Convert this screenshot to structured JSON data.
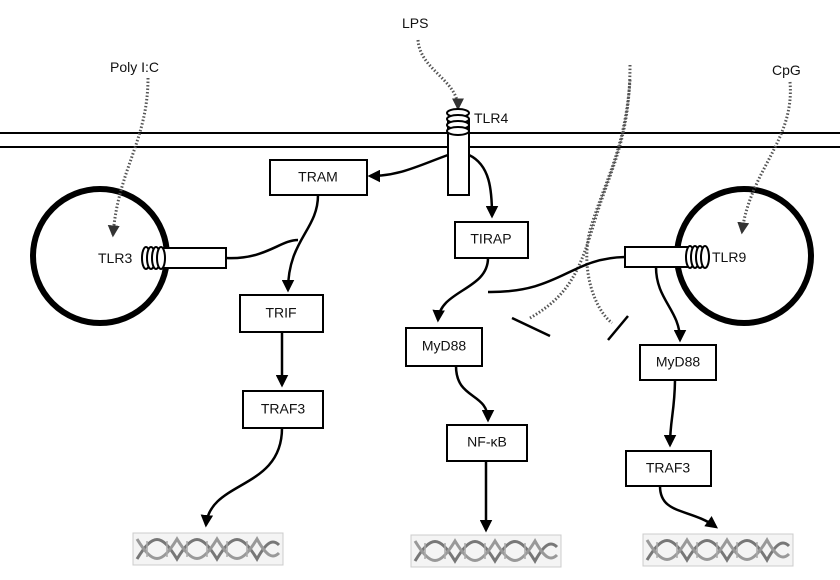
{
  "ligands": {
    "lps": "LPS",
    "poly_ic": "Poly I:C",
    "cpg": "CpG"
  },
  "receptors": {
    "tlr4": "TLR4",
    "tlr3": "TLR3",
    "tlr9": "TLR9"
  },
  "adaptors": {
    "tram": "TRAM",
    "tirap": "TIRAP",
    "trif": "TRIF",
    "myd88_left": "MyD88",
    "myd88_right": "MyD88"
  },
  "effectors": {
    "traf3_left": "TRAF3",
    "nfkb": "NF-κB",
    "traf3_right": "TRAF3"
  },
  "colors": {
    "line": "#000000",
    "dotted": "#555555",
    "dna": "#888888"
  }
}
